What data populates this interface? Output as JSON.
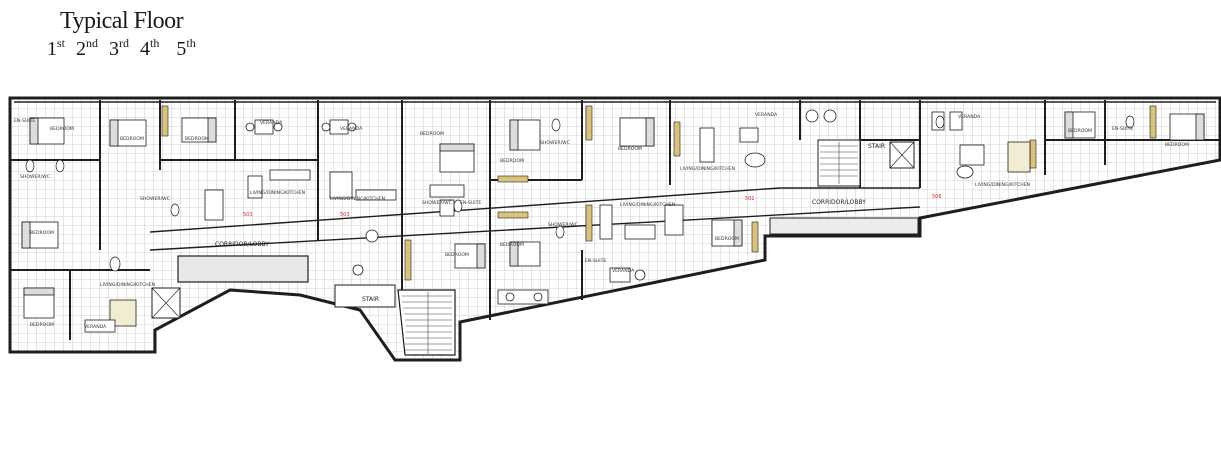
{
  "header": {
    "title": "Typical Floor",
    "floors": [
      {
        "num": "1",
        "suffix": "st"
      },
      {
        "num": "2",
        "suffix": "nd"
      },
      {
        "num": "3",
        "suffix": "rd"
      },
      {
        "num": "4",
        "suffix": "th"
      },
      {
        "num": "5",
        "suffix": "th"
      }
    ]
  },
  "plan": {
    "corridor_left": "CORRIDOR/LOBBY",
    "corridor_right": "CORRIDOR/LOBBY",
    "stair_left": "STAIR",
    "stair_right": "STAIR",
    "units": [
      "503",
      "503",
      "502",
      "506"
    ],
    "rooms": {
      "ensuite": "EN-SUITE",
      "shower": "SHOWER/WC",
      "bedroom": "BEDROOM",
      "veranda": "VERANDA",
      "living": "LIVING/DINING/KITCHEN"
    }
  },
  "colors": {
    "wall": "#1e1e1e",
    "grid": "#9a9a9a",
    "feature_wall": "#d9c27a",
    "unit_label": "#dd2222"
  }
}
